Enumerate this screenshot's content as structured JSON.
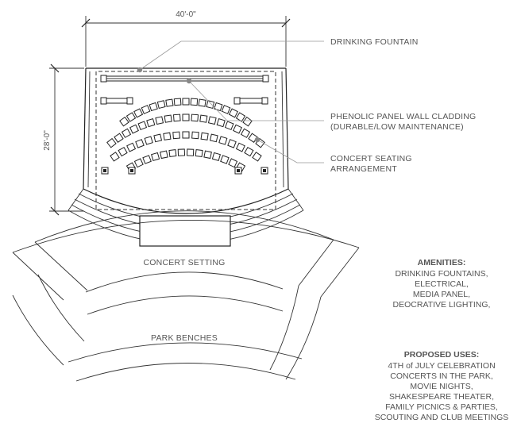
{
  "dimensions": {
    "width": "40'-0\"",
    "depth": "28'-0\""
  },
  "callouts": {
    "drinking_fountain": "DRINKING FOUNTAIN",
    "wall_cladding_line1": "PHENOLIC PANEL WALL CLADDING",
    "wall_cladding_line2": "(DURABLE/LOW MAINTENANCE)",
    "seating_line1": "CONCERT SEATING",
    "seating_line2": "ARRANGEMENT"
  },
  "labels": {
    "concert_setting": "CONCERT SETTING",
    "park_benches": "PARK BENCHES"
  },
  "amenities": {
    "title": "AMENITIES:",
    "items": [
      "DRINKING FOUNTAINS,",
      "ELECTRICAL,",
      "MEDIA PANEL,",
      "DEOCRATIVE LIGHTING,"
    ]
  },
  "proposed_uses": {
    "title": "PROPOSED USES:",
    "items": [
      "4TH of JULY CELEBRATION",
      "CONCERTS IN THE PARK,",
      "MOVIE NIGHTS,",
      "SHAKESPEARE THEATER,",
      "FAMILY PICNICS & PARTIES,",
      "SCOUTING AND CLUB MEETINGS"
    ]
  }
}
